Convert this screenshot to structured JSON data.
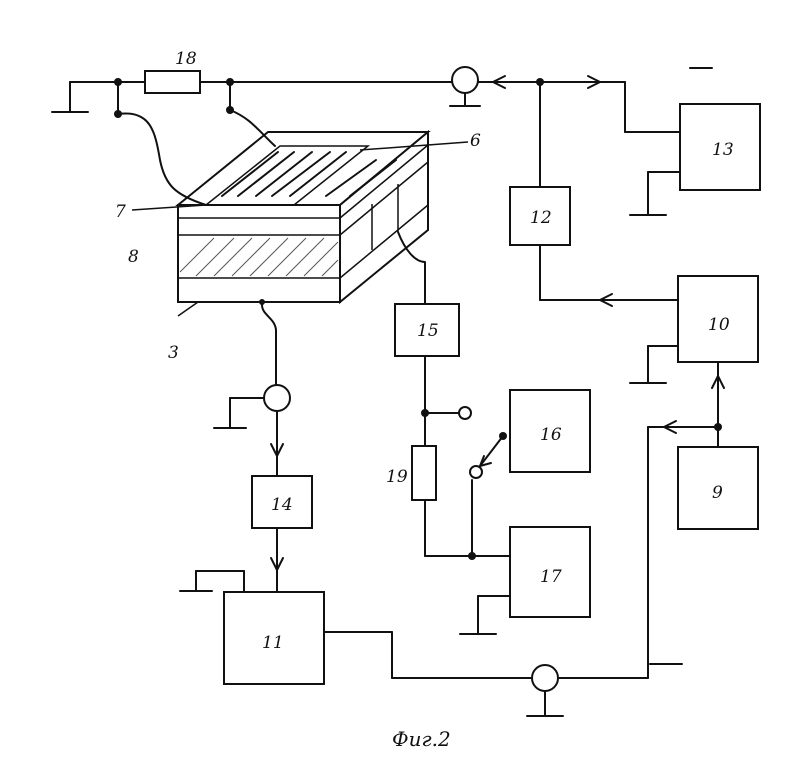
{
  "caption": "Фиг.2",
  "labels": {
    "l3": "3",
    "l6": "6",
    "l7": "7",
    "l8": "8",
    "l9": "9",
    "l10": "10",
    "l11": "11",
    "l12": "12",
    "l13": "13",
    "l14": "14",
    "l15": "15",
    "l16": "16",
    "l17": "17",
    "l18": "18",
    "l19": "19"
  }
}
